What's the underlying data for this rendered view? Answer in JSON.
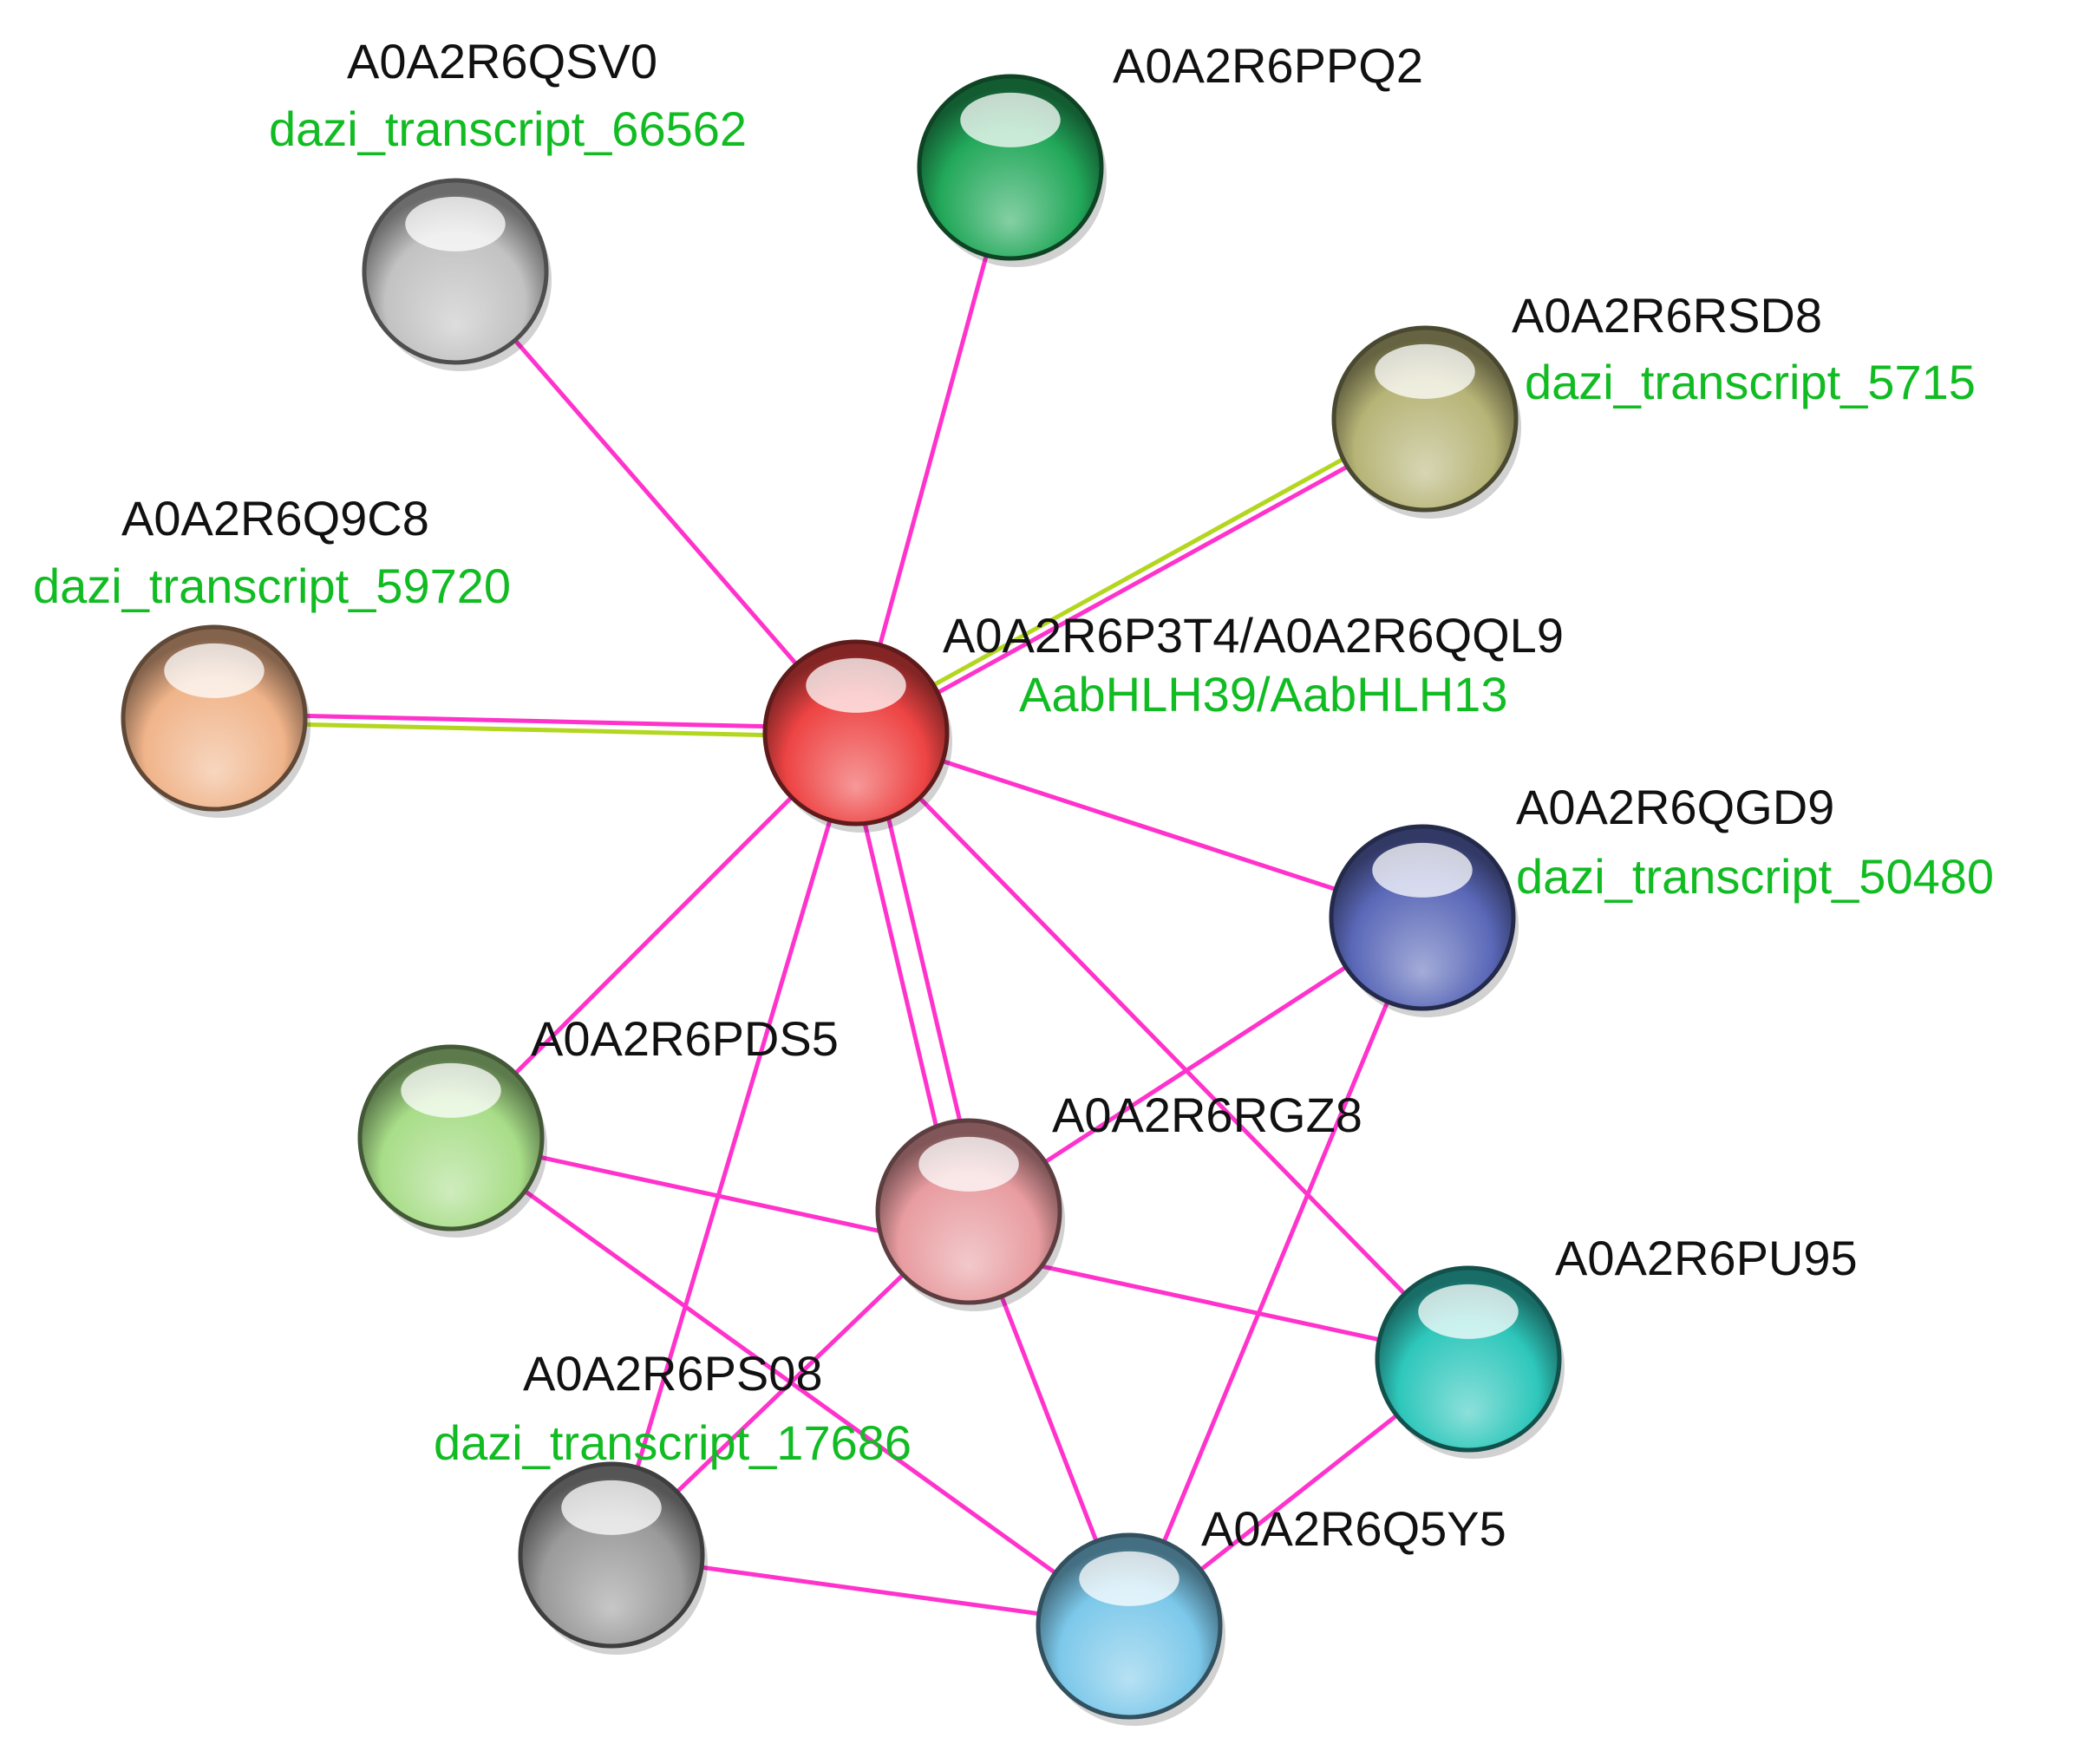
{
  "network": {
    "edge_color": "#ff33cc",
    "second_edge_color": "#b3d61f",
    "sublabel_color": "#11bb22",
    "nodes": [
      {
        "id": "qsv0",
        "label": "A0A2R6QSV0",
        "sublabel": "dazi_transcript_66562",
        "color": "#c2c2c2"
      },
      {
        "id": "ppq2",
        "label": "A0A2R6PPQ2",
        "sublabel": "",
        "color": "#22a85a"
      },
      {
        "id": "rsd8",
        "label": "A0A2R6RSD8",
        "sublabel": "dazi_transcript_5715",
        "color": "#b7b477"
      },
      {
        "id": "q9c8",
        "label": "A0A2R6Q9C8",
        "sublabel": "dazi_transcript_59720",
        "color": "#f0b48a"
      },
      {
        "id": "p3t4",
        "label": "A0A2R6P3T4/A0A2R6QQL9",
        "sublabel": "AabHLH39/AabHLH13",
        "color": "#ee4444"
      },
      {
        "id": "qgd9",
        "label": "A0A2R6QGD9",
        "sublabel": "dazi_transcript_50480",
        "color": "#5a68b8"
      },
      {
        "id": "pds5",
        "label": "A0A2R6PDS5",
        "sublabel": "",
        "color": "#a8dd88"
      },
      {
        "id": "rgz8",
        "label": "A0A2R6RGZ8",
        "sublabel": "",
        "color": "#e89ca0"
      },
      {
        "id": "pu95",
        "label": "A0A2R6PU95",
        "sublabel": "",
        "color": "#2ec7bb"
      },
      {
        "id": "ps08",
        "label": "A0A2R6PS08",
        "sublabel": "dazi_transcript_17686",
        "color": "#9a9a9a"
      },
      {
        "id": "q5y5",
        "label": "A0A2R6Q5Y5",
        "sublabel": "",
        "color": "#7cc8ea"
      }
    ],
    "edges": [
      {
        "source": "p3t4",
        "target": "qsv0",
        "double": false
      },
      {
        "source": "p3t4",
        "target": "ppq2",
        "double": false
      },
      {
        "source": "p3t4",
        "target": "rsd8",
        "double": true
      },
      {
        "source": "p3t4",
        "target": "q9c8",
        "double": true
      },
      {
        "source": "p3t4",
        "target": "qgd9",
        "double": false
      },
      {
        "source": "p3t4",
        "target": "pds5",
        "double": false
      },
      {
        "source": "p3t4",
        "target": "rgz8",
        "double": false
      },
      {
        "source": "p3t4",
        "target": "rgz8",
        "double": false
      },
      {
        "source": "p3t4",
        "target": "pu95",
        "double": false
      },
      {
        "source": "p3t4",
        "target": "ps08",
        "double": false
      },
      {
        "source": "pds5",
        "target": "pu95",
        "double": false
      },
      {
        "source": "pds5",
        "target": "q5y5",
        "double": false
      },
      {
        "source": "rgz8",
        "target": "qgd9",
        "double": false
      },
      {
        "source": "rgz8",
        "target": "q5y5",
        "double": false
      },
      {
        "source": "rgz8",
        "target": "ps08",
        "double": false
      },
      {
        "source": "qgd9",
        "target": "q5y5",
        "double": false
      },
      {
        "source": "pu95",
        "target": "q5y5",
        "double": false
      },
      {
        "source": "ps08",
        "target": "q5y5",
        "double": false
      }
    ]
  }
}
